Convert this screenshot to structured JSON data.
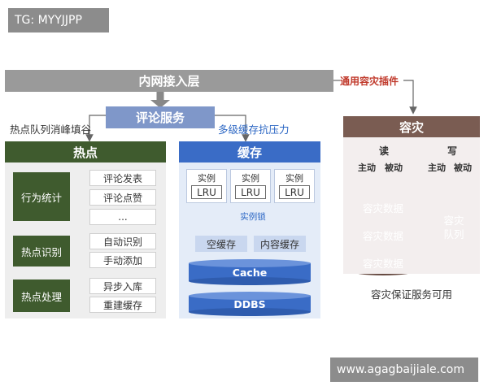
{
  "watermark_top": "TG: MYYJJPP",
  "watermark_bottom": "www.agagbaijiale.com",
  "top_bar": "内网接入层",
  "plugin_label": "通用容灾插件",
  "comment_service": "评论服务",
  "hot_caption": "热点队列消峰填谷",
  "cache_caption": "多级缓存抗压力",
  "hot": {
    "title": "热点",
    "groups": [
      {
        "label": "行为统计",
        "items": [
          "评论发表",
          "评论点赞",
          "..."
        ]
      },
      {
        "label": "热点识别",
        "items": [
          "自动识别",
          "手动添加"
        ]
      },
      {
        "label": "热点处理",
        "items": [
          "异步入库",
          "重建缓存"
        ]
      }
    ]
  },
  "cache": {
    "title": "缓存",
    "instances": [
      {
        "label": "实例",
        "lru": "LRU"
      },
      {
        "label": "实例",
        "lru": "LRU"
      },
      {
        "label": "实例",
        "lru": "LRU"
      }
    ],
    "lock_label": "实例锁",
    "sub_boxes": [
      "空缓存",
      "内容缓存"
    ],
    "cache_label": "Cache",
    "ddbs_label": "DDBS"
  },
  "disaster": {
    "title": "容灾",
    "read": {
      "label": "读",
      "modes": [
        "主动",
        "被动"
      ],
      "stack": [
        "容灾数据",
        "容灾数据",
        "容灾数据"
      ]
    },
    "write": {
      "label": "写",
      "modes": [
        "主动",
        "被动"
      ],
      "queue": "容灾队列"
    },
    "bottom": "容灾保证服务可用"
  },
  "colors": {
    "hot_green": "#3f5b2e",
    "cache_blue": "#3a6cc6",
    "disaster_brown": "#7a5c52",
    "top_gray": "#9a9a9a"
  }
}
